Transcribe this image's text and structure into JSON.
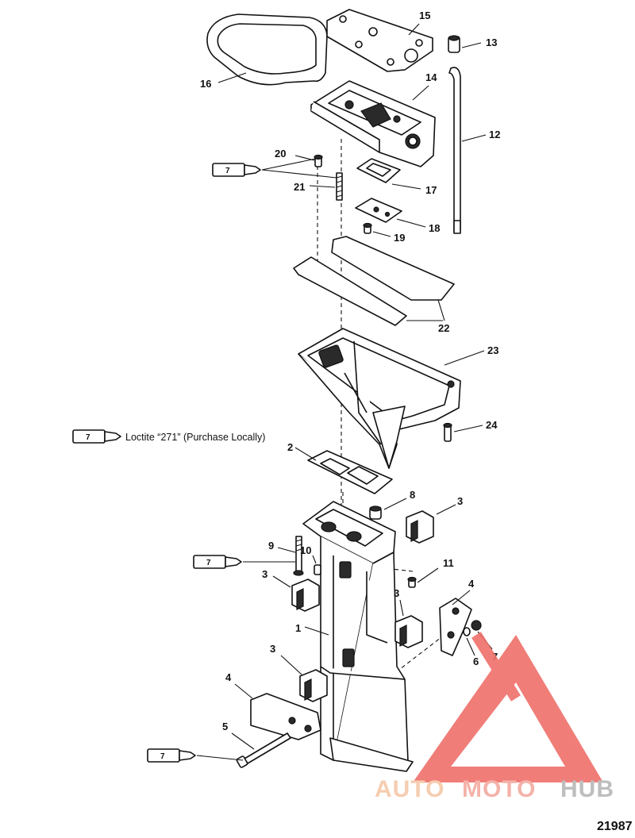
{
  "diagram": {
    "callouts": [
      {
        "id": "c1",
        "text": "1"
      },
      {
        "id": "c2",
        "text": "2"
      },
      {
        "id": "c3a",
        "text": "3"
      },
      {
        "id": "c3b",
        "text": "3"
      },
      {
        "id": "c3c",
        "text": "3"
      },
      {
        "id": "c3d",
        "text": "3"
      },
      {
        "id": "c4a",
        "text": "4"
      },
      {
        "id": "c4b",
        "text": "4"
      },
      {
        "id": "c5",
        "text": "5"
      },
      {
        "id": "c6",
        "text": "6"
      },
      {
        "id": "c7",
        "text": "7"
      },
      {
        "id": "c8",
        "text": "8"
      },
      {
        "id": "c9",
        "text": "9"
      },
      {
        "id": "c10",
        "text": "10"
      },
      {
        "id": "c11",
        "text": "11"
      },
      {
        "id": "c12",
        "text": "12"
      },
      {
        "id": "c13",
        "text": "13"
      },
      {
        "id": "c14",
        "text": "14"
      },
      {
        "id": "c15",
        "text": "15"
      },
      {
        "id": "c16",
        "text": "16"
      },
      {
        "id": "c17",
        "text": "17"
      },
      {
        "id": "c18",
        "text": "18"
      },
      {
        "id": "c19",
        "text": "19"
      },
      {
        "id": "c20",
        "text": "20"
      },
      {
        "id": "c21",
        "text": "21"
      },
      {
        "id": "c22",
        "text": "22"
      },
      {
        "id": "c23",
        "text": "23"
      },
      {
        "id": "c24",
        "text": "24"
      }
    ],
    "sealant_tube_label": "7",
    "legend_note": "Loctite “271” (Purchase Locally)",
    "drawing_number": "21987"
  },
  "watermark": {
    "text_a": "AUTO",
    "text_b": "MOTO",
    "text_c": "HUB",
    "color_a": "#f6c8a8",
    "color_b": "#f3aaa0",
    "color_c": "#b8b8b8",
    "triangle_color": "#ef6f6a"
  }
}
